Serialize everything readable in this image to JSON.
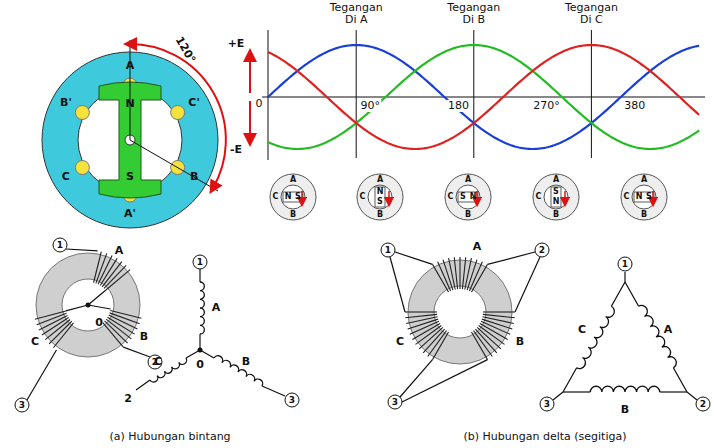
{
  "diagram": {
    "labels": [
      "A",
      "B'",
      "C'",
      "C",
      "B",
      "A'",
      "N",
      "S",
      "120°",
      "Tegangan Di A",
      "Tegangan Di B",
      "Tegangan Di C",
      "+E",
      "0",
      "-E",
      "90°",
      "180",
      "270°",
      "380",
      "A",
      "B",
      "C",
      "N",
      "S",
      "A",
      "B",
      "C",
      "N",
      "S",
      "A",
      "B",
      "C",
      "N",
      "S",
      "A",
      "B",
      "C",
      "N",
      "S",
      "A",
      "B",
      "C",
      "N",
      "S",
      "1",
      "A",
      "C",
      "B",
      "2",
      "3",
      "0",
      "1",
      "A",
      "C",
      "0",
      "B",
      "2",
      "3",
      "1",
      "A",
      "2",
      "C",
      "B",
      "3",
      "1",
      "C",
      "A",
      "2",
      "B",
      "3",
      "(a) Hubungan bintang",
      "(b) Hubungan delta (segitiga)"
    ]
  }
}
